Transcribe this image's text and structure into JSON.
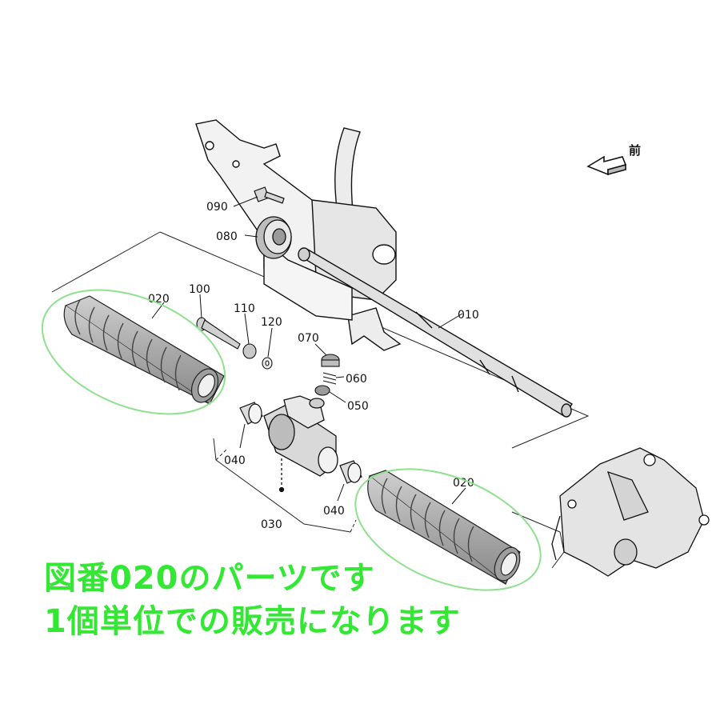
{
  "front_label": "前",
  "callouts": {
    "c010": "010",
    "c020a": "020",
    "c020b": "020",
    "c030": "030",
    "c040a": "040",
    "c040b": "040",
    "c050": "050",
    "c060": "060",
    "c070": "070",
    "c080": "080",
    "c090": "090",
    "c100": "100",
    "c110": "110",
    "c120": "120"
  },
  "caption": {
    "line1": "図番020のパーツです",
    "line2": "1個単位での販売になります"
  },
  "colors": {
    "highlight": "#8fe08f",
    "caption": "#33e833",
    "line": "#111111",
    "part_fill": "#d9d9d9"
  }
}
